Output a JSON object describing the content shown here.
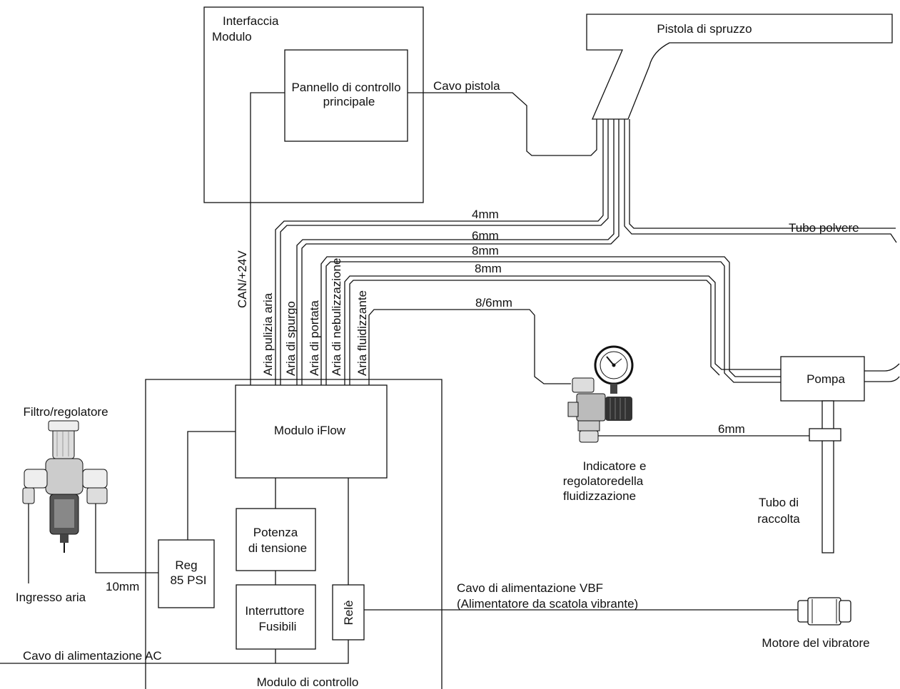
{
  "labels": {
    "interface_line1": "Interfaccia",
    "interface_line2": "Modulo",
    "main_panel_line1": "Pannello di controllo",
    "main_panel_line2": "principale",
    "gun_cable": "Cavo pistola",
    "spray_gun": "Pistola di spruzzo",
    "powder_tube": "Tubo polvere",
    "pump": "Pompa",
    "suction_tube_line1": "Tubo di",
    "suction_tube_line2": "raccolta",
    "can_24v": "CAN/+24V",
    "air_clean": "Aria pulizia aria",
    "air_purge": "Aria di spurgo",
    "air_flow": "Aria di portata",
    "air_atomizing": "Aria di nebulizzazione",
    "air_fluidizing": "Aria fluidizzante",
    "size_4mm": "4mm",
    "size_6mm_a": "6mm",
    "size_8mm_a": "8mm",
    "size_8mm_b": "8mm",
    "size_8_6mm": "8/6mm",
    "size_6mm_b": "6mm",
    "size_10mm": "10mm",
    "iflow_module": "Modulo iFlow",
    "power_line1": "Potenza",
    "power_line2": "di tensione",
    "switch_line1": "Interruttore",
    "switch_line2": "Fusibili",
    "relay": "Relè",
    "reg_line1": "Reg",
    "reg_line2": "85 PSI",
    "filter_regulator": "Filtro/regolatore",
    "air_inlet": "Ingresso aria",
    "fluid_reg_line1": "Indicatore e",
    "fluid_reg_line2": "regolatoredella",
    "fluid_reg_line3": "fluidizzazione",
    "vbf_cable_line1": "Cavo di alimentazione VBF",
    "vbf_cable_line2": "(Alimentatore da scatola vibrante)",
    "vibrator_motor": "Motore del vibratore",
    "ac_cable": "Cavo di alimentazione AC",
    "control_module": "Modulo di controllo"
  }
}
